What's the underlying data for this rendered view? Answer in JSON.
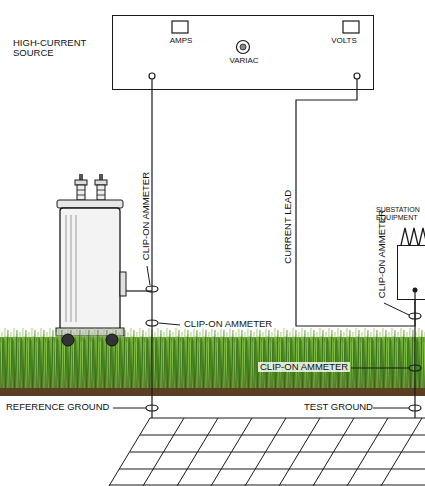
{
  "diagram": {
    "nodes": [
      {
        "text": [
          "HIGH-CURRENT SOURCE",
          "AMPS",
          "VARIAC",
          "VOLTS"
        ]
      },
      {
        "text": [
          "SUBSTATION EQUIPMENT"
        ]
      }
    ],
    "edges": [
      {
        "from": 0,
        "to": 1,
        "arrow": "none",
        "label": "CURRENT LEAD"
      }
    ],
    "labels": [
      "CLIP-ON AMMETER",
      "CLIP-ON AMMETER",
      "CLIP-ON AMMETER",
      "CLIP-ON AMMETER",
      "REFERENCE GROUND",
      "TEST GROUND"
    ]
  }
}
